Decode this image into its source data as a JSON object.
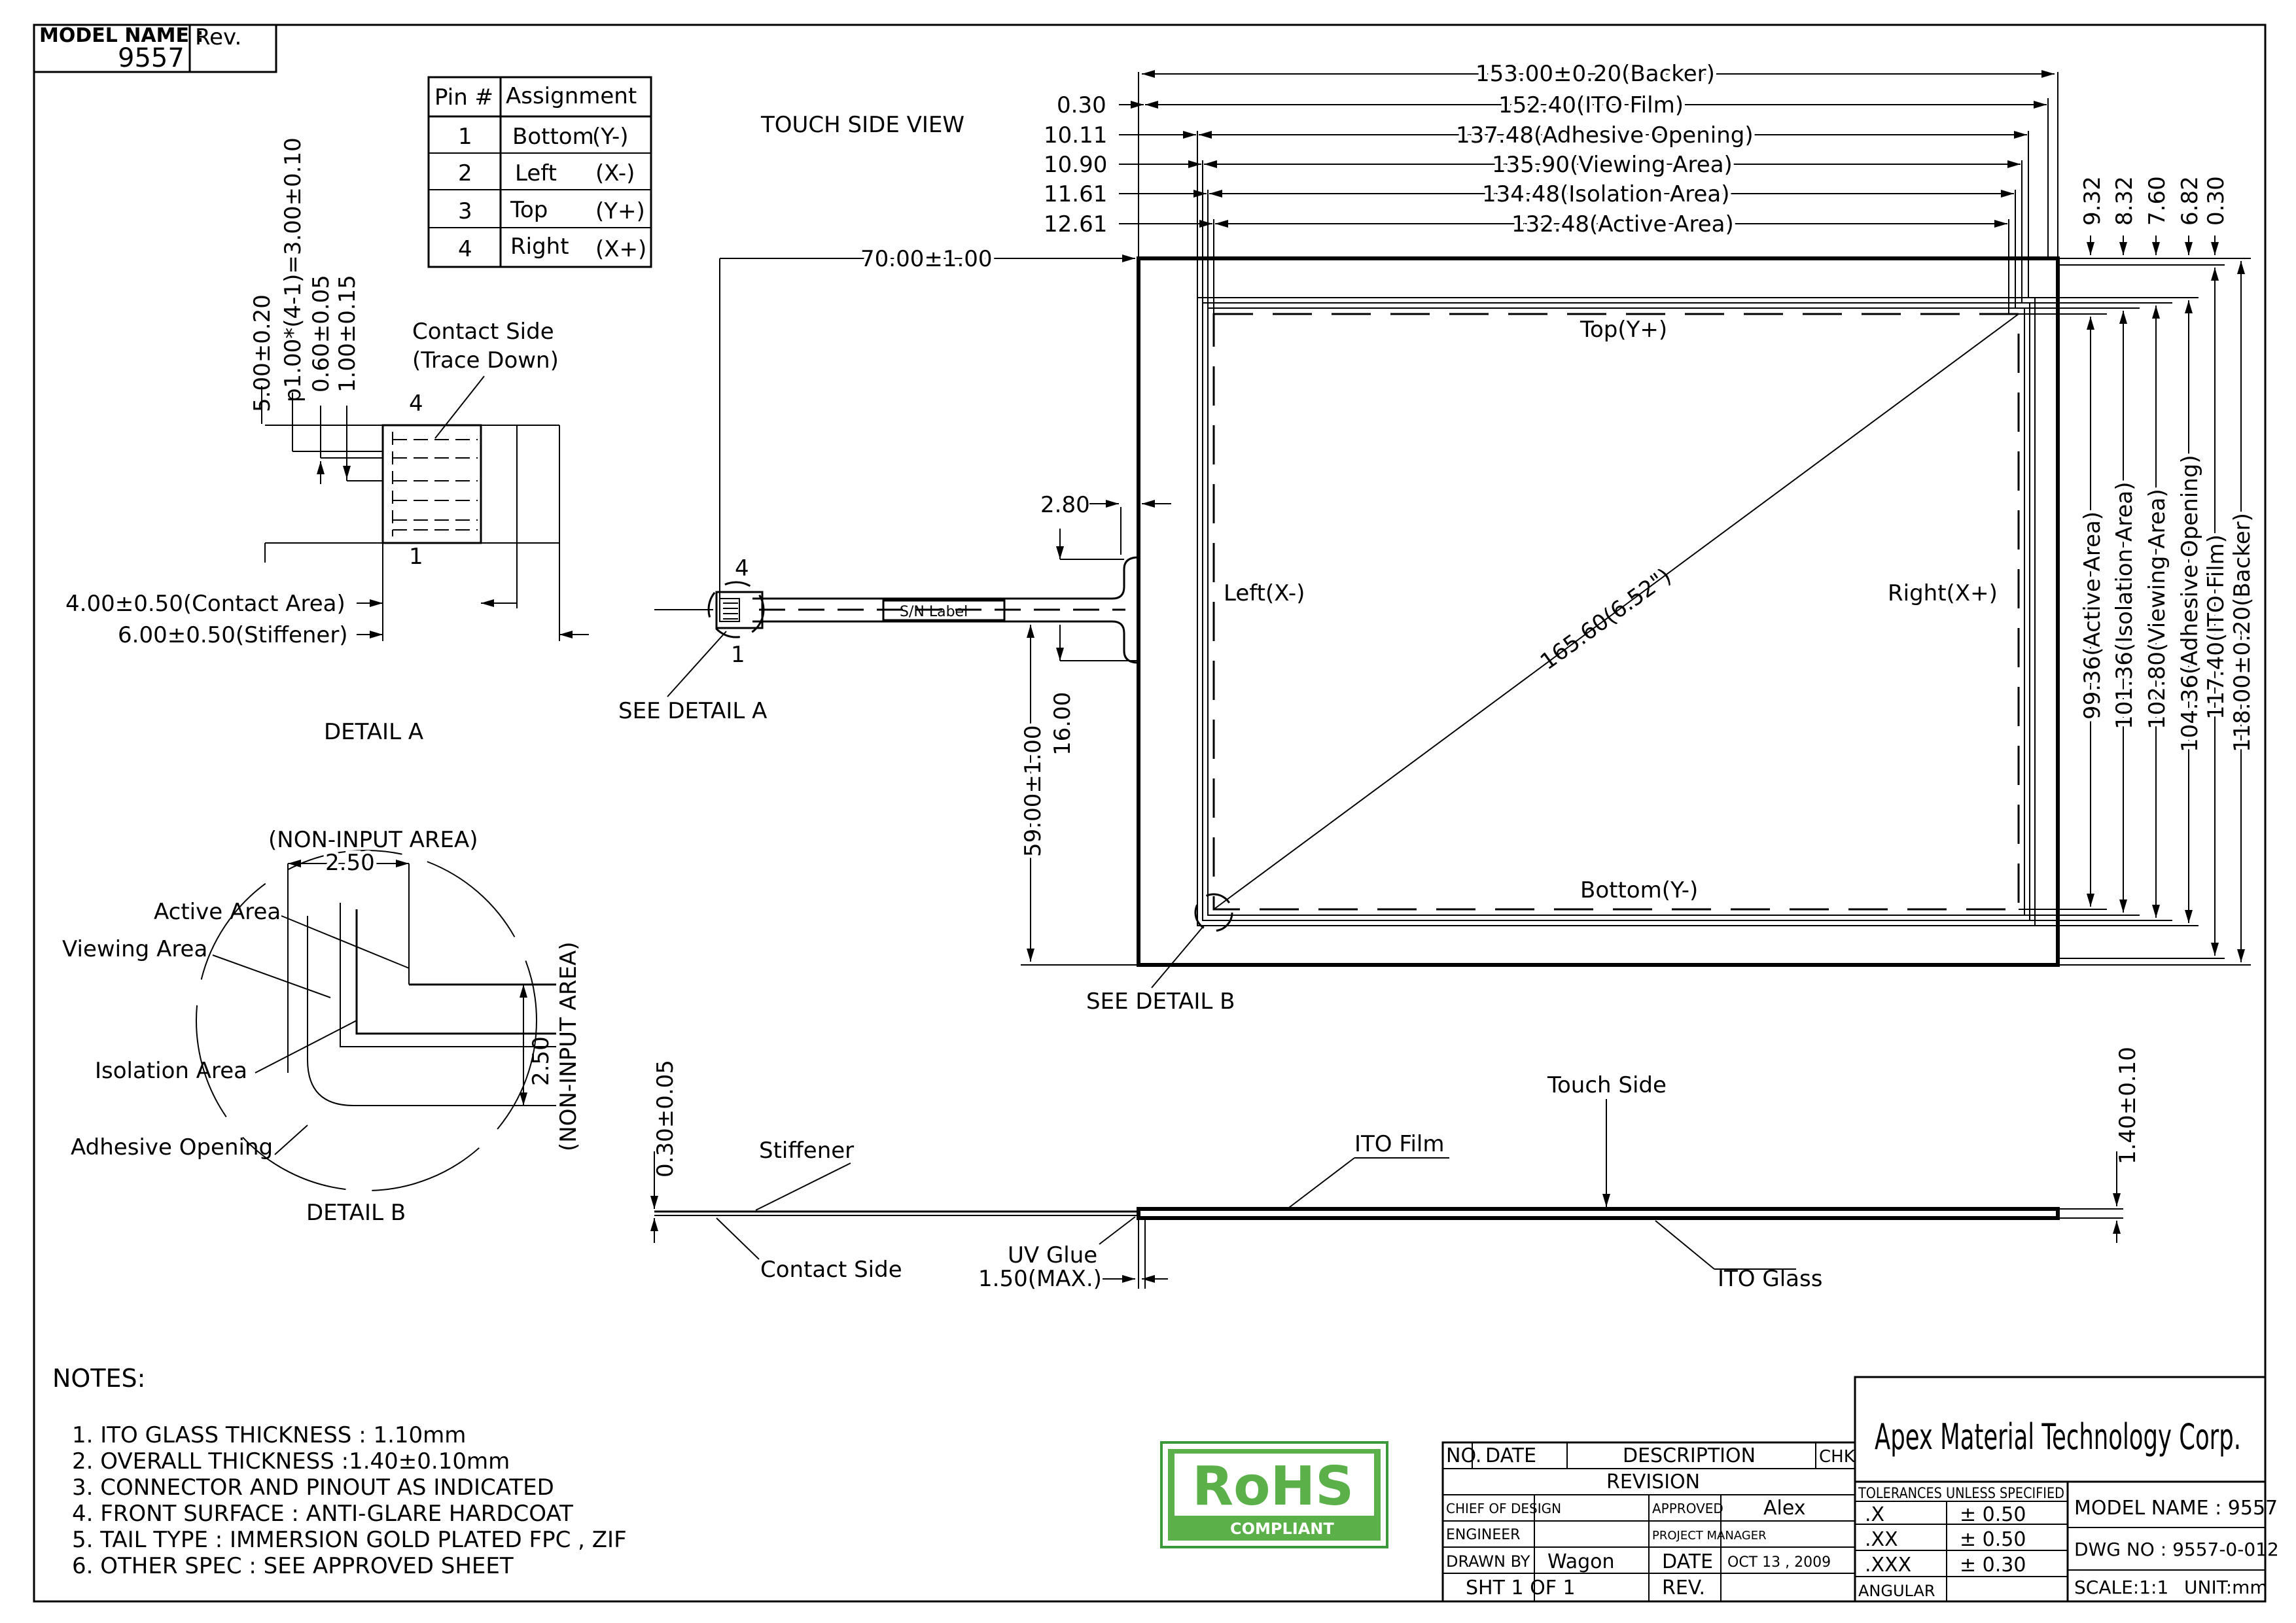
{
  "title_block": {
    "model_name_label": "MODEL NAME :",
    "model_name_value": "9557",
    "rev_label": "Rev.",
    "company": "Apex Material Technology Corp.",
    "tol_header": "TOLERANCES UNLESS SPECIFIED",
    "tol": [
      {
        "k": ".X",
        "v": "± 0.50"
      },
      {
        "k": ".XX",
        "v": "± 0.50"
      },
      {
        "k": ".XXX",
        "v": "± 0.30"
      }
    ],
    "angular": "ANGULAR",
    "model_name_box": "MODEL NAME : 9557",
    "dwg_no": "DWG NO : 9557-0-012",
    "scale": "SCALE:1:1",
    "unit": "UNIT:mm",
    "rev_hdr_no": "NO.",
    "rev_hdr_date": "DATE",
    "rev_hdr_desc": "DESCRIPTION",
    "rev_hdr_chk": "CHK",
    "revision": "REVISION",
    "chief": "CHIEF OF DESIGN",
    "approved": "APPROVED",
    "approver": "Alex",
    "engineer": "ENGINEER",
    "pm": "PROJECT MANAGER",
    "drawn_by": "DRAWN BY",
    "drawer": "Wagon",
    "date_label": "DATE",
    "date_value": "OCT 13 , 2009",
    "sht": "SHT 1 OF 1",
    "rev2": "REV."
  },
  "rohs": {
    "big": "RoHS",
    "small": "COMPLIANT"
  },
  "notes": {
    "heading": "NOTES:",
    "items": [
      "1. ITO GLASS THICKNESS : 1.10mm",
      "2. OVERALL THICKNESS :1.40±0.10mm",
      "3. CONNECTOR AND PINOUT AS INDICATED",
      "4. FRONT SURFACE : ANTI-GLARE HARDCOAT",
      "5. TAIL TYPE : IMMERSION GOLD PLATED FPC , ZIF",
      "6. OTHER SPEC : SEE APPROVED SHEET"
    ]
  },
  "pin_table": {
    "h1": "Pin #",
    "h2": "Assignment",
    "rows": [
      {
        "pin": "1",
        "name": "Bottom",
        "sig": "(Y-)"
      },
      {
        "pin": "2",
        "name": "Left",
        "sig": "(X-)"
      },
      {
        "pin": "3",
        "name": "Top",
        "sig": "(Y+)"
      },
      {
        "pin": "4",
        "name": "Right",
        "sig": "(X+)"
      }
    ]
  },
  "main_view": {
    "title": "TOUCH SIDE VIEW",
    "dims_h": [
      "153.00±0.20(Backer)",
      "152.40(ITO Film)",
      "137.48(Adhesive Opening)",
      "135.90(Viewing Area)",
      "134.48(Isolation Area)",
      "132.48(Active Area)"
    ],
    "offsets_left": [
      "0.30",
      "10.11",
      "10.90",
      "11.61",
      "12.61"
    ],
    "offsets_right": [
      "9.32",
      "8.32",
      "7.60",
      "6.82",
      "0.30"
    ],
    "dims_v": [
      "99.36(Active Area)",
      "101.36(Isolation Area)",
      "102.80(Viewing Area)",
      "104.36(Adhesive Opening)",
      "117.40(ITO Film)",
      "118.00±0.20(Backer)"
    ],
    "tail_len": "70.00±1.00",
    "tail_w": "2.80",
    "tail_pos": "59.00±1.00",
    "tail_off": "16.00",
    "top_label": "Top(Y+)",
    "bottom_label": "Bottom(Y-)",
    "left_label": "Left(X-)",
    "right_label": "Right(X+)",
    "diagonal": "165.60(6.52\")",
    "sn_label": "S/N Label",
    "pin4": "4",
    "pin1": "1",
    "see_a": "SEE DETAIL A",
    "see_b": "SEE DETAIL B"
  },
  "detail_a": {
    "title": "DETAIL A",
    "contact_side": "Contact Side",
    "trace_down": "(Trace Down)",
    "dims": [
      "5.00±0.20",
      "p1.00*(4-1)=3.00±0.10",
      "0.60±0.05",
      "1.00±0.15"
    ],
    "contact_area": "4.00±0.50(Contact Area)",
    "stiffener": "6.00±0.50(Stiffener)",
    "pin4": "4",
    "pin1": "1"
  },
  "detail_b": {
    "title": "DETAIL B",
    "non_input": "(NON-INPUT AREA)",
    "dim": "2.50",
    "active": "Active Area",
    "viewing": "Viewing Area",
    "isolation": "Isolation Area",
    "adhesive": "Adhesive Opening"
  },
  "side_view": {
    "thickness_left": "0.30±0.05",
    "thickness_right": "1.40±0.10",
    "stiffener": "Stiffener",
    "contact_side": "Contact Side",
    "uv_glue": "UV Glue",
    "uv_max": "1.50(MAX.)",
    "ito_film": "ITO Film",
    "touch_side": "Touch Side",
    "ito_glass": "ITO Glass"
  }
}
